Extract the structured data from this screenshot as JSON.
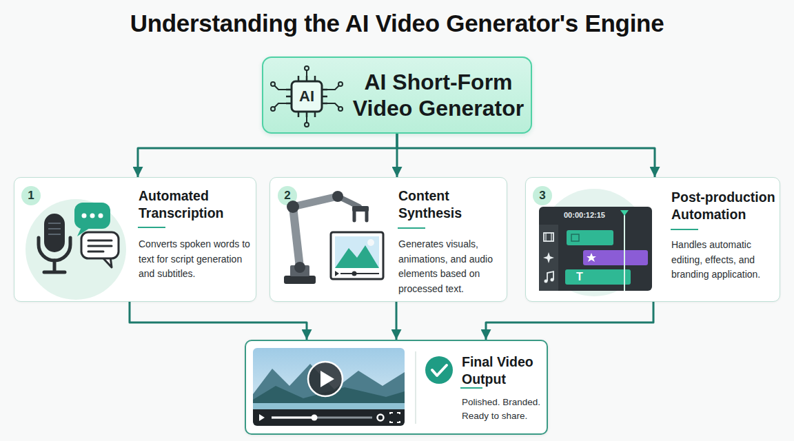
{
  "diagram": {
    "title": "Understanding the AI Video Generator's Engine",
    "nodes": [
      {
        "text": [
          "AI Short-Form Video Generator"
        ]
      },
      {
        "text": [
          "Automated Transcription",
          "Converts spoken words to text for script generation and subtitles."
        ]
      },
      {
        "text": [
          "1"
        ],
        "in": 1
      },
      {
        "text": [
          "Content Synthesis",
          "Generates visuals, animations, and audio elements based on processed text."
        ]
      },
      {
        "text": [
          "2"
        ],
        "in": 3
      },
      {
        "text": [
          "Post-production Automation",
          "Handles automatic editing, effects, and branding application."
        ]
      },
      {
        "text": [
          "3"
        ],
        "in": 5
      },
      {
        "text": [
          "Final Video Output",
          "Polished. Branded. Ready to share."
        ]
      }
    ],
    "edges": [
      {
        "from": 0,
        "to": 1,
        "arrow": "to"
      },
      {
        "from": 0,
        "to": 3,
        "arrow": "to"
      },
      {
        "from": 0,
        "to": 5,
        "arrow": "to"
      },
      {
        "from": 1,
        "to": 7,
        "arrow": "to"
      },
      {
        "from": 3,
        "to": 7,
        "arrow": "to"
      },
      {
        "from": 5,
        "to": 7,
        "arrow": "to"
      }
    ],
    "labels": [
      "AI",
      "00:00:12:15",
      "T"
    ]
  }
}
